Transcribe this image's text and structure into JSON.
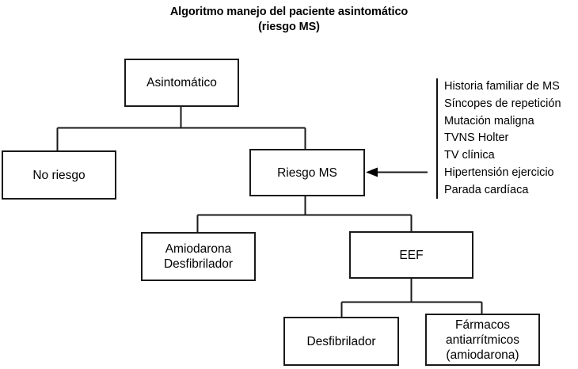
{
  "title": {
    "line1": "Algoritmo manejo del paciente asintomático",
    "line2": "(riesgo MS)"
  },
  "nodes": {
    "asintomatico": {
      "label": "Asintomático"
    },
    "no_riesgo": {
      "label": "No riesgo"
    },
    "riesgo_ms": {
      "label": "Riesgo MS"
    },
    "amiodarona": {
      "line1": "Amiodarona",
      "line2": "Desfibrilador"
    },
    "eef": {
      "label": "EEF"
    },
    "desfibrilador": {
      "label": "Desfibrilador"
    },
    "farmacos": {
      "line1": "Fármacos",
      "line2": "antiarrítmicos",
      "line3": "(amiodarona)"
    }
  },
  "risk_factors": [
    "Historia familiar de MS",
    "Síncopes de repetición",
    "Mutación maligna",
    "TVNS Holter",
    "TV clínica",
    "Hipertensión ejercicio",
    "Parada cardíaca"
  ],
  "colors": {
    "stroke": "#1a1a1a",
    "background": "#ffffff",
    "text": "#000000"
  }
}
